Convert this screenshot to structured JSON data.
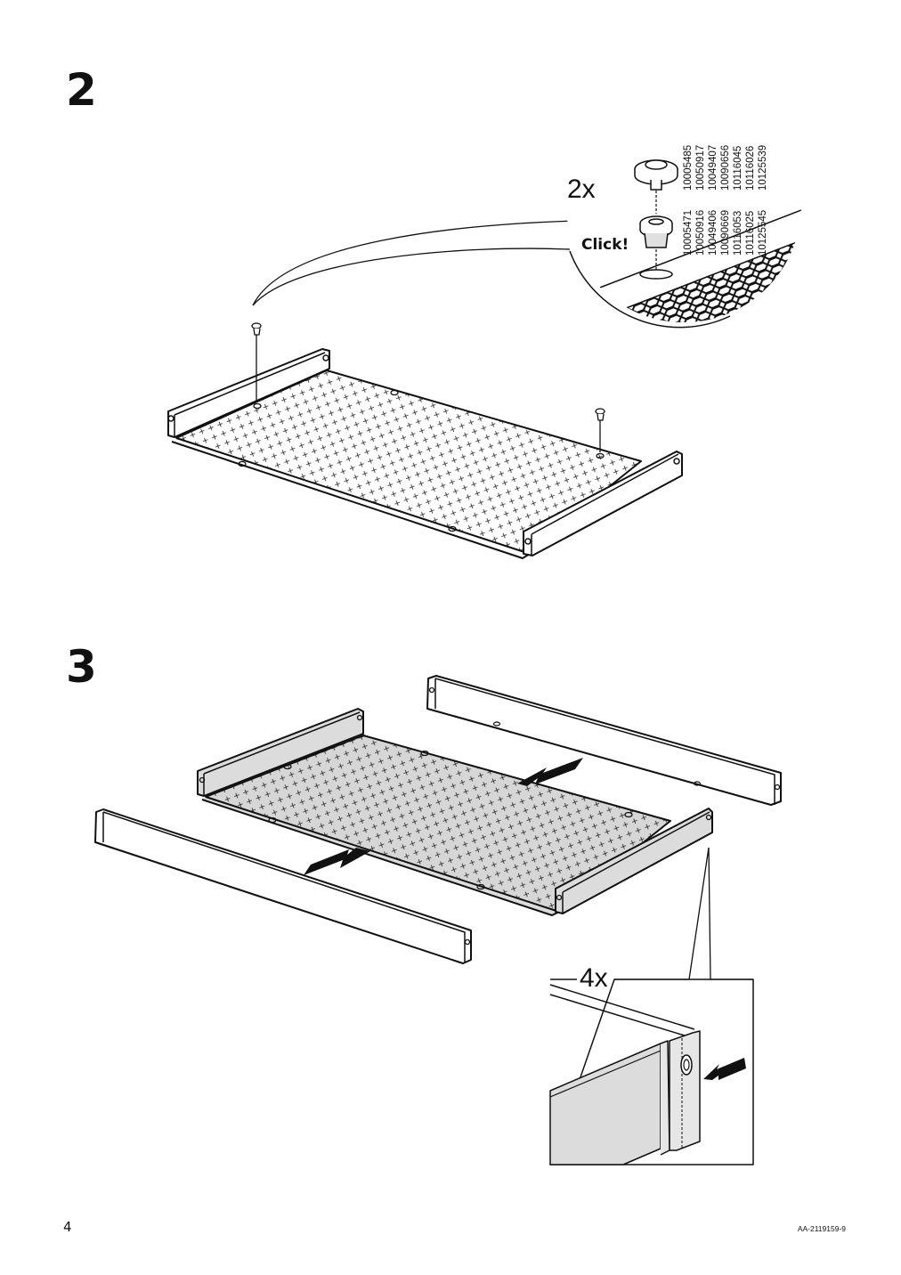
{
  "steps": [
    {
      "number": "2",
      "quantity": "2x",
      "click_label": "Click!",
      "part_numbers_top": [
        "10005485",
        "10050917",
        "10049407",
        "10090656",
        "10116045",
        "10116026",
        "10125539"
      ],
      "part_numbers_bottom": [
        "10005471",
        "10050916",
        "10049406",
        "10090669",
        "10116053",
        "10116025",
        "10125545"
      ]
    },
    {
      "number": "3",
      "quantity": "4x"
    }
  ],
  "footer": {
    "page_number": "4",
    "document_code": "AA-2119159-9"
  },
  "colors": {
    "line": "#111111",
    "panel_fill": "#dcdcdc",
    "background": "#ffffff"
  }
}
